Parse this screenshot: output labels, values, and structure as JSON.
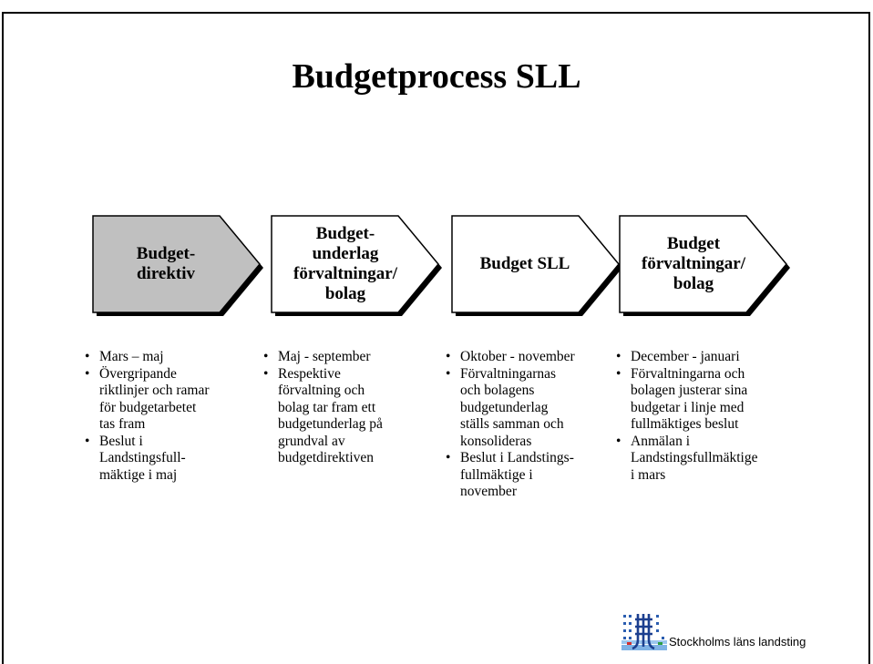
{
  "title": "Budgetprocess SLL",
  "colors": {
    "first_arrow_fill": "#c0c0c0",
    "arrow_fill": "#ffffff",
    "stroke": "#000000",
    "shadow": "#000000"
  },
  "steps": [
    {
      "label": "Budget-\ndirektiv",
      "bullets": [
        "Mars – maj",
        "Övergripande\nriktlinjer och ramar\nför budgetarbetet\ntas fram",
        "Beslut i\nLandstingsfull-\nmäktige i maj"
      ]
    },
    {
      "label": "Budget-\nunderlag\nförvaltningar/\nbolag",
      "bullets": [
        "Maj - september",
        "Respektive\nförvaltning och\nbolag tar fram ett\nbudgetunderlag på\ngrundval av\nbudgetdirektiven"
      ]
    },
    {
      "label": "Budget SLL",
      "bullets": [
        "Oktober - november",
        "Förvaltningarnas\noch bolagens\nbudgetunderlag\nställs samman och\nkonsolideras",
        "Beslut i Landstings-\nfullmäktige i\nnovember"
      ]
    },
    {
      "label": "Budget\nförvaltningar/\nbolag",
      "bullets": [
        "December - januari",
        "Förvaltningarna och\nbolagen justerar sina\nbudgetar i linje med\nfullmäktiges beslut",
        "Anmälan i\nLandstingsfullmäktige\ni mars"
      ]
    }
  ],
  "footer": {
    "logo_icon": "sll-logo-icon",
    "org": "Stockholms läns landsting"
  }
}
